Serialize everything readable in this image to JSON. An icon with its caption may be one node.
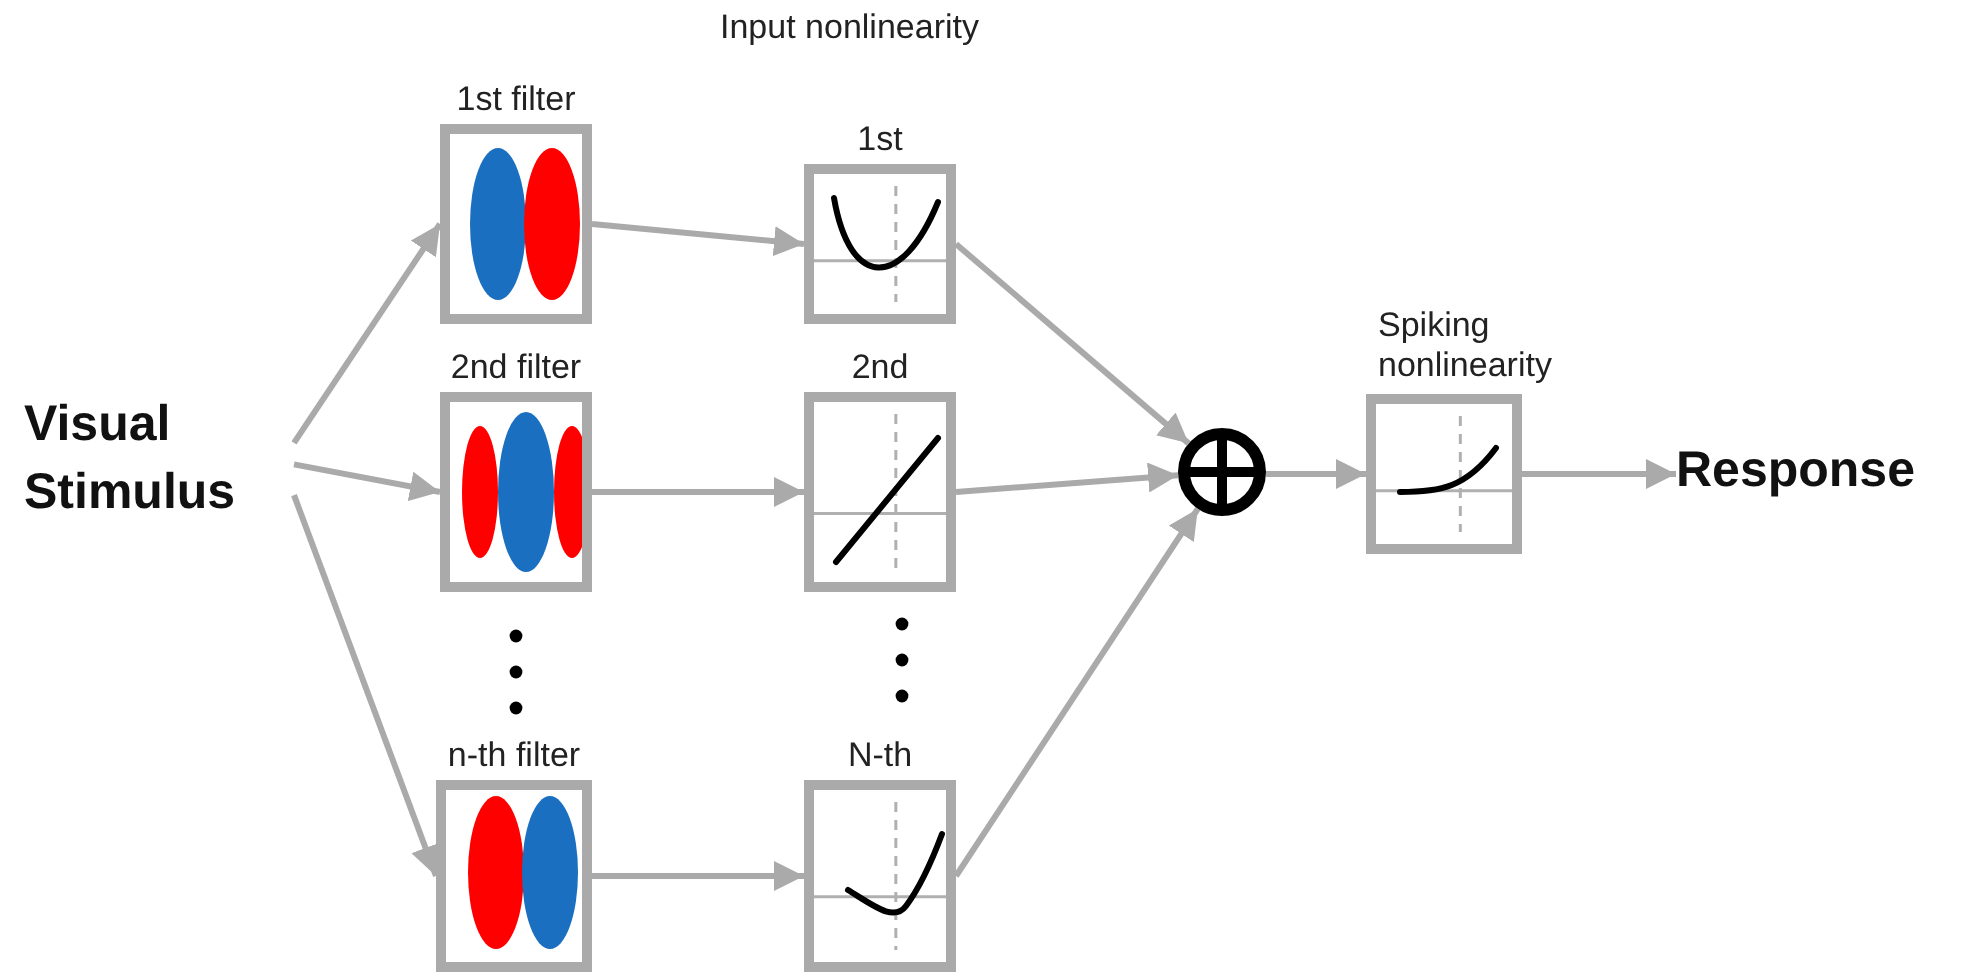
{
  "diagram": {
    "nodes": [
      {
        "text": [
          "Visual Stimulus"
        ]
      },
      {
        "text": [
          "1st filter"
        ]
      },
      {
        "text": [
          "2nd filter"
        ]
      },
      {
        "text": [
          "n-th filter"
        ]
      },
      {
        "text": [
          "1st"
        ]
      },
      {
        "text": [
          "2nd"
        ]
      },
      {
        "text": [
          "N-th"
        ]
      },
      {
        "text": [],
        "shape": "circle"
      },
      {
        "text": [
          "Spiking nonlinearity"
        ]
      },
      {
        "text": [
          "Response"
        ]
      }
    ],
    "edges": [
      {
        "from": 0,
        "to": 1,
        "arrow": "to"
      },
      {
        "from": 0,
        "to": 2,
        "arrow": "to"
      },
      {
        "from": 0,
        "to": 3,
        "arrow": "to"
      },
      {
        "from": 1,
        "to": 4,
        "arrow": "to"
      },
      {
        "from": 2,
        "to": 5,
        "arrow": "to"
      },
      {
        "from": 3,
        "to": 6,
        "arrow": "to"
      },
      {
        "from": 4,
        "to": 7,
        "arrow": "to"
      },
      {
        "from": 5,
        "to": 7,
        "arrow": "to"
      },
      {
        "from": 6,
        "to": 7,
        "arrow": "to"
      },
      {
        "from": 7,
        "to": 8,
        "arrow": "to"
      },
      {
        "from": 8,
        "to": 9,
        "arrow": "to"
      }
    ],
    "labels": [
      "Input nonlinearity"
    ]
  }
}
